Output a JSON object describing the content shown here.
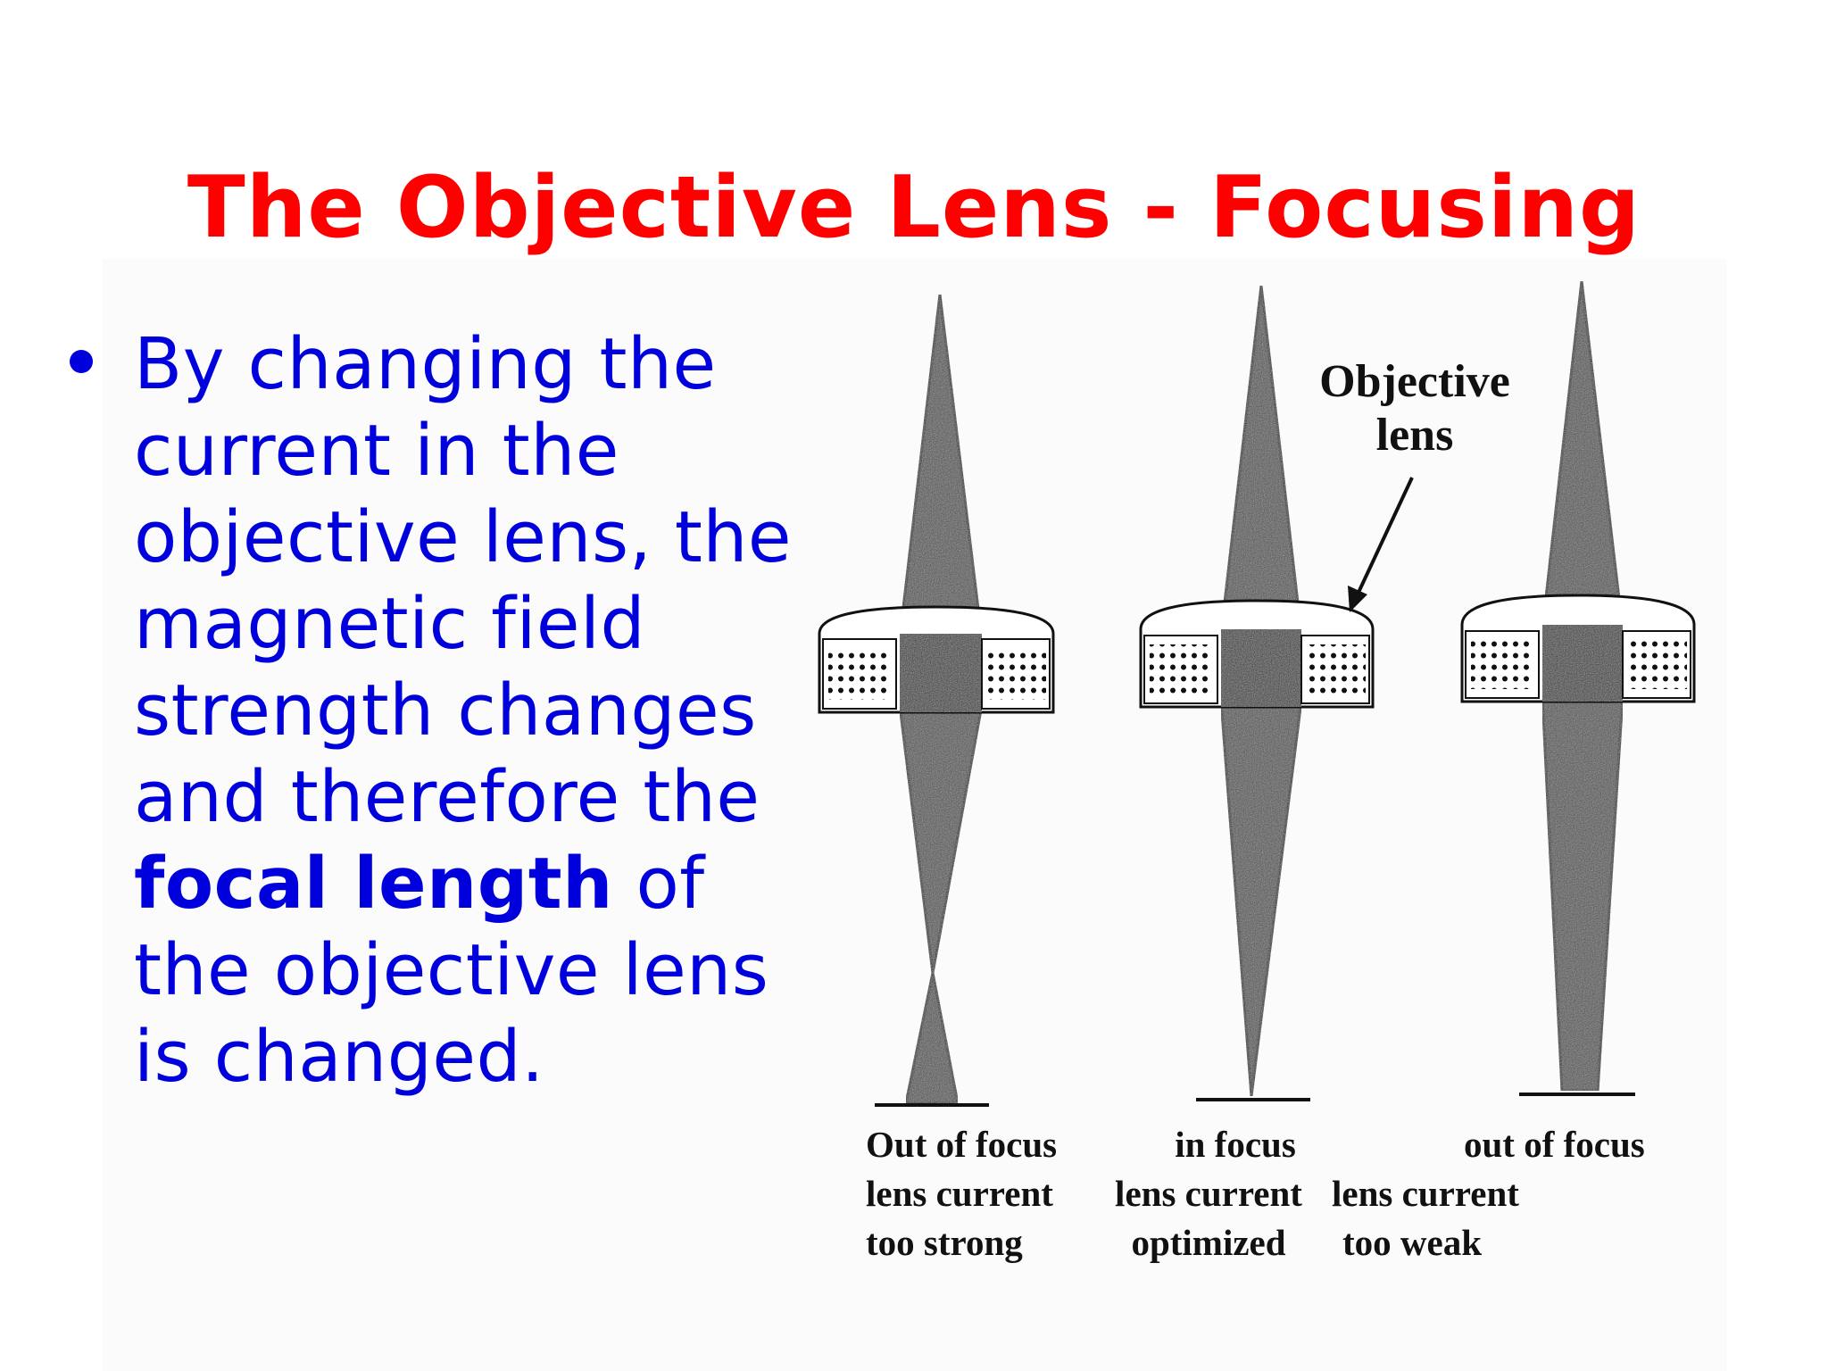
{
  "title": "The Objective Lens - Focusing",
  "bullet": {
    "part1": "By changing the current in the objective lens, the magnetic field strength changes and therefore the ",
    "bold": "focal length",
    "part2": " of the objective lens is changed."
  },
  "diagram": {
    "objective_label_line1": "Objective",
    "objective_label_line2": "lens",
    "columns": [
      {
        "line1": "Out of focus",
        "line2": "lens current",
        "line3": "too strong"
      },
      {
        "line1": "in focus",
        "line2": "lens current",
        "line3": "optimized"
      },
      {
        "line1": "out of focus",
        "line2": "lens current",
        "line3": "too weak"
      }
    ]
  },
  "colors": {
    "title": "#ff0000",
    "bullet_text": "#0000dd",
    "diagram_ink": "#111111",
    "beam_fill": "#4a4a4a"
  }
}
